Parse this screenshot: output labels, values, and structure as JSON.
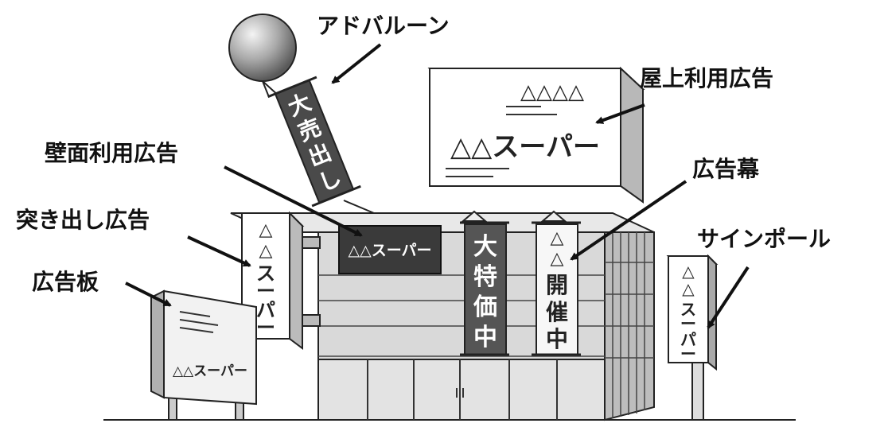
{
  "labels": {
    "ad_balloon": "アドバルーン",
    "rooftop": "屋上利用広告",
    "wall": "壁面利用広告",
    "banner": "広告幕",
    "projecting": "突き出し広告",
    "sign_pole": "サインポール",
    "billboard": "広告板"
  },
  "signs": {
    "balloon_banner": [
      "大",
      "売",
      "出",
      "し"
    ],
    "rooftop_top": "△△△△",
    "rooftop_main": "△△スーパー",
    "wall_sign": "△△スーパー",
    "banner_dark": [
      "大",
      "特",
      "価",
      "中"
    ],
    "banner_light": [
      "△",
      "△",
      "開",
      "催",
      "中"
    ],
    "projecting_sign": [
      "△",
      "△",
      "ス",
      "ー",
      "パ",
      "ー"
    ],
    "pole_sign": [
      "△",
      "△",
      "ス",
      "ー",
      "パ",
      "ー"
    ],
    "billboard_sign": "△△スーパー"
  },
  "colors": {
    "ink": "#111111",
    "dark_sign": "#3a3a3a",
    "banner_dark": "#555555",
    "background": "#ffffff"
  }
}
